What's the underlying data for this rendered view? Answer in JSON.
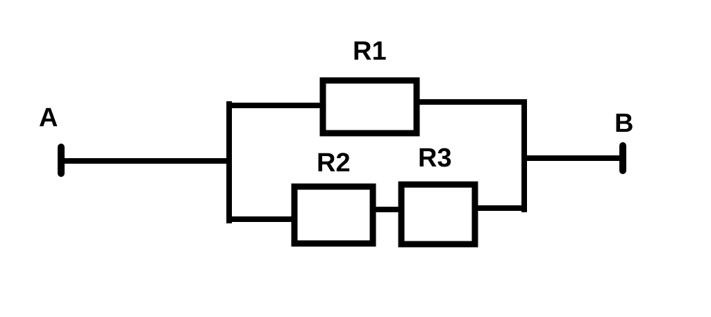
{
  "terminals": {
    "left": "A",
    "right": "B"
  },
  "resistors": {
    "r1": "R1",
    "r2": "R2",
    "r3": "R3"
  },
  "colors": {
    "stroke": "#000000",
    "background": "#ffffff"
  }
}
